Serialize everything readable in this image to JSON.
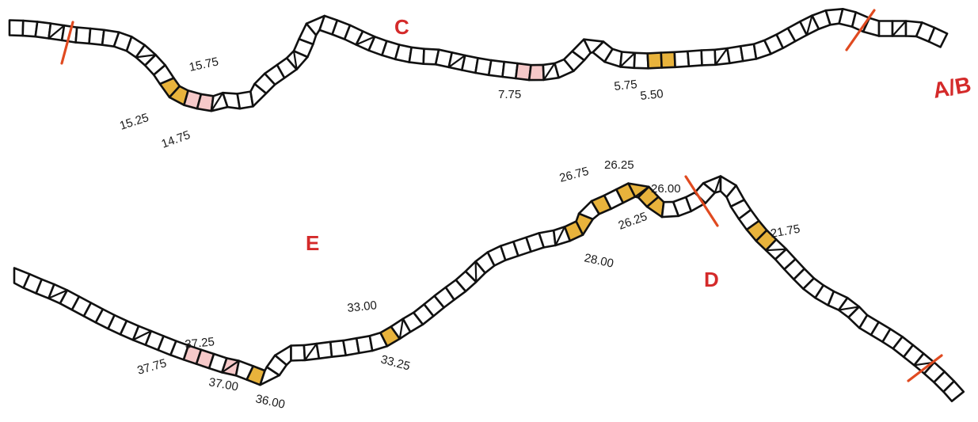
{
  "colors": {
    "background": "#ffffff",
    "chain": "#111111",
    "region_label": "#d42a2a",
    "cut_mark": "#e04a20",
    "highlight_gold": "#e8b33c",
    "highlight_pink": "#f6c9c9"
  },
  "regions": [
    {
      "id": "region-ab",
      "label": "A/B"
    },
    {
      "id": "region-c",
      "label": "C"
    },
    {
      "id": "region-d",
      "label": "D"
    },
    {
      "id": "region-e",
      "label": "E"
    }
  ],
  "chains": [
    {
      "id": "top",
      "marks": [
        {
          "label": "15.75",
          "color": "gold"
        },
        {
          "label": "15.25",
          "color": "gold"
        },
        {
          "label": "14.75",
          "color": "pink"
        },
        {
          "label": "7.75",
          "color": "pink"
        },
        {
          "label": "5.75",
          "color": "gold"
        },
        {
          "label": "5.50",
          "color": "gold"
        }
      ]
    },
    {
      "id": "bottom",
      "marks": [
        {
          "label": "26.75",
          "color": "gold"
        },
        {
          "label": "26.25",
          "color": "gold"
        },
        {
          "label": "26.00",
          "color": "gold"
        },
        {
          "label": "26.25",
          "color": "gold"
        },
        {
          "label": "28.00",
          "color": "gold"
        },
        {
          "label": "21.75",
          "color": "gold"
        },
        {
          "label": "33.00",
          "color": "gold"
        },
        {
          "label": "33.25",
          "color": "gold"
        },
        {
          "label": "37.25",
          "color": "pink"
        },
        {
          "label": "37.75",
          "color": "pink"
        },
        {
          "label": "37.00",
          "color": "pink"
        },
        {
          "label": "36.00",
          "color": "gold"
        }
      ]
    }
  ]
}
